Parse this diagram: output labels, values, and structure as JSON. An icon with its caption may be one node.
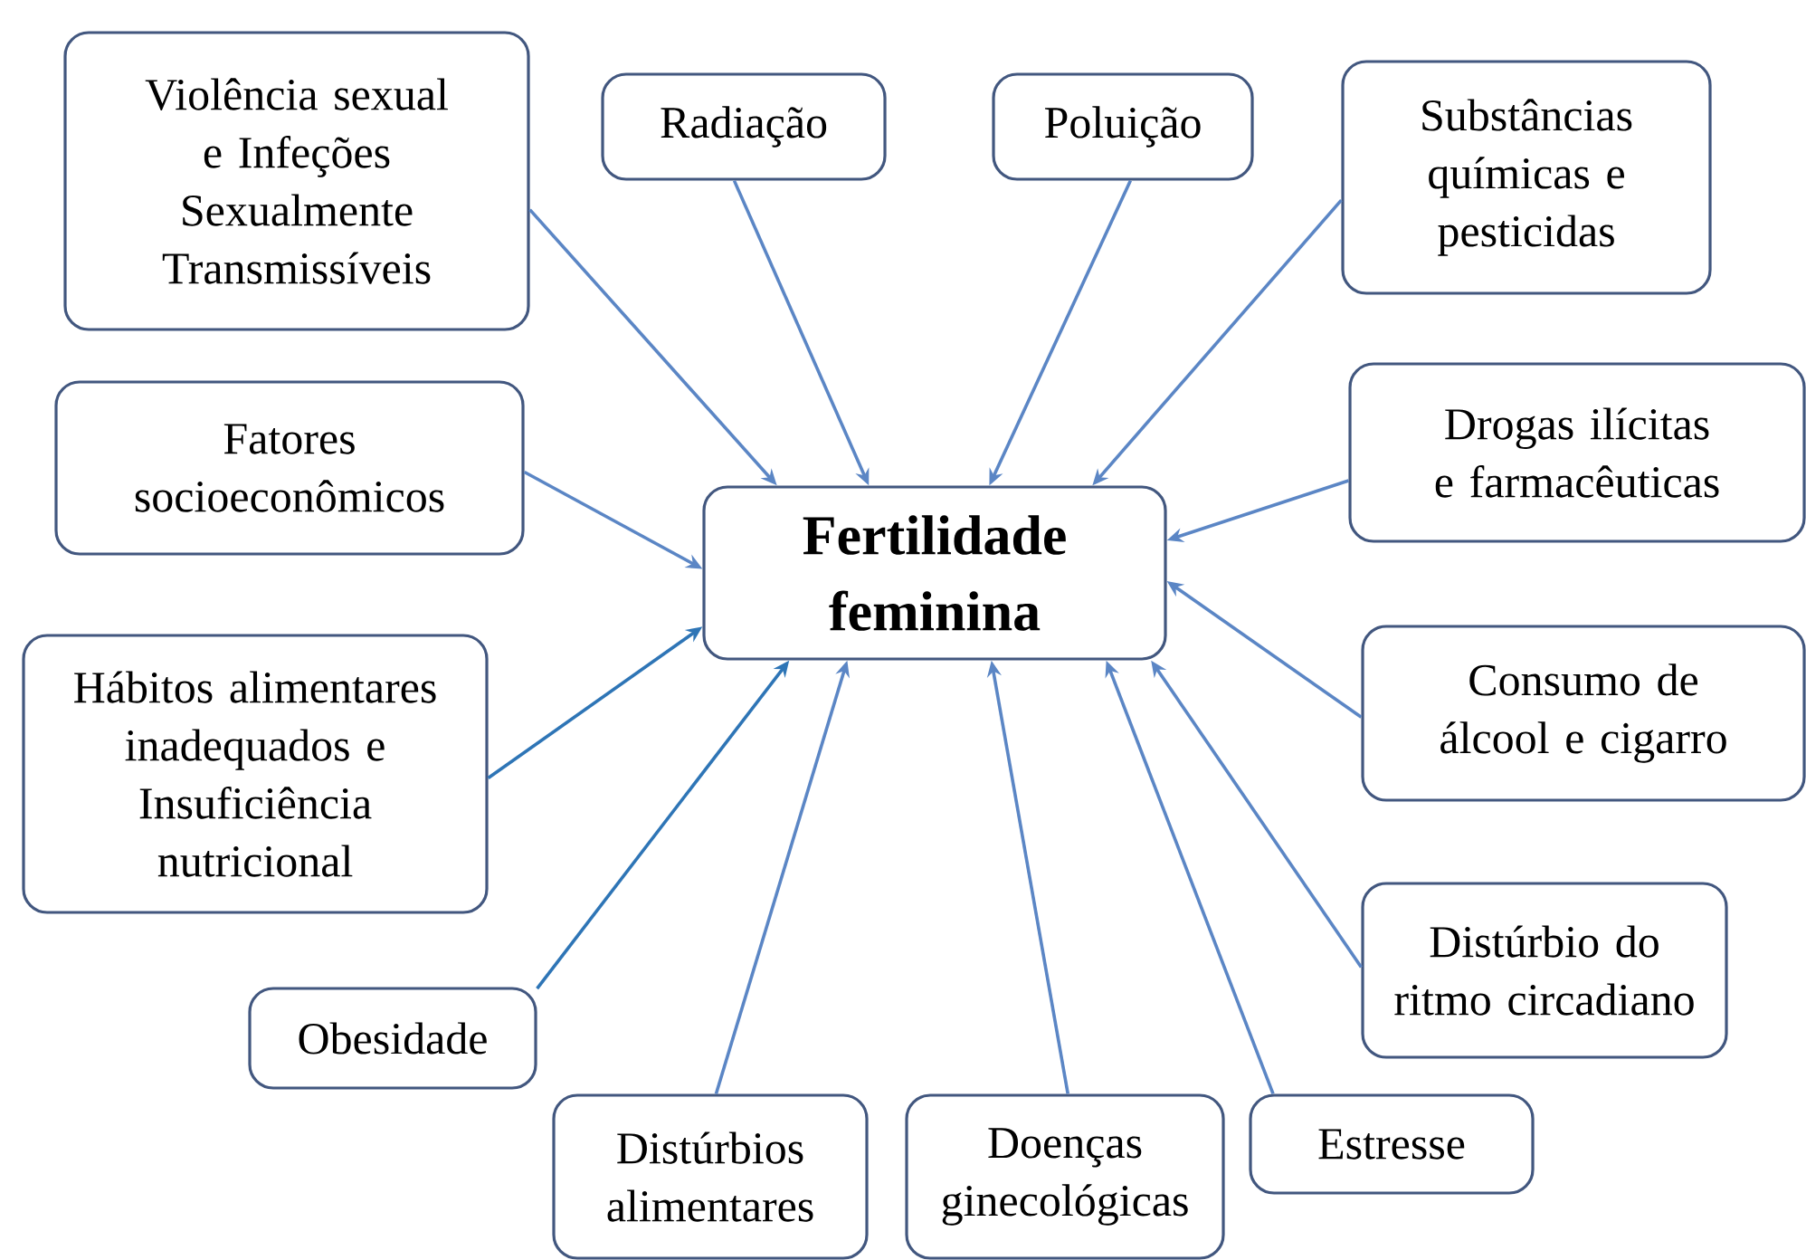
{
  "diagram": {
    "nodes": [
      {
        "text": [
          "Fertilidade feminina"
        ]
      },
      {
        "text": [
          "Violência sexual e Infeções Sexualmente Transmissíveis"
        ]
      },
      {
        "text": [
          "Radiação"
        ]
      },
      {
        "text": [
          "Poluição"
        ]
      },
      {
        "text": [
          "Substâncias químicas e pesticidas"
        ]
      },
      {
        "text": [
          "Fatores socioeconômicos"
        ]
      },
      {
        "text": [
          "Drogas ilícitas e farmacêuticas"
        ]
      },
      {
        "text": [
          "Hábitos alimentares inadequados e Insuficiência nutricional"
        ]
      },
      {
        "text": [
          "Consumo de álcool e cigarro"
        ]
      },
      {
        "text": [
          "Obesidade"
        ]
      },
      {
        "text": [
          "Distúrbio do ritmo circadiano"
        ]
      },
      {
        "text": [
          "Distúrbios alimentares"
        ]
      },
      {
        "text": [
          "Doenças ginecológicas"
        ]
      },
      {
        "text": [
          "Estresse"
        ]
      }
    ],
    "edges": [
      {
        "from": 1,
        "to": 0,
        "arrow": "to"
      },
      {
        "from": 2,
        "to": 0,
        "arrow": "to"
      },
      {
        "from": 3,
        "to": 0,
        "arrow": "to"
      },
      {
        "from": 4,
        "to": 0,
        "arrow": "to"
      },
      {
        "from": 5,
        "to": 0,
        "arrow": "to"
      },
      {
        "from": 6,
        "to": 0,
        "arrow": "to"
      },
      {
        "from": 7,
        "to": 0,
        "arrow": "to",
        "color": "#2e75b6"
      },
      {
        "from": 8,
        "to": 0,
        "arrow": "to"
      },
      {
        "from": 9,
        "to": 0,
        "arrow": "to",
        "color": "#2e75b6"
      },
      {
        "from": 10,
        "to": 0,
        "arrow": "to"
      },
      {
        "from": 11,
        "to": 0,
        "arrow": "to"
      },
      {
        "from": 12,
        "to": 0,
        "arrow": "to"
      },
      {
        "from": 13,
        "to": 0,
        "arrow": "to"
      }
    ]
  }
}
